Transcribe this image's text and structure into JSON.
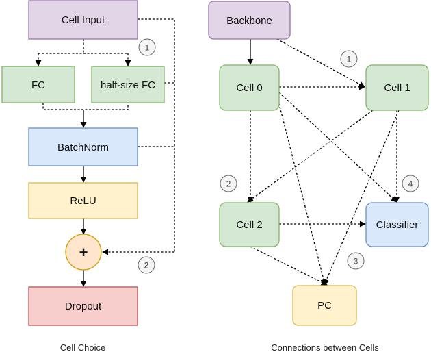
{
  "left_panel": {
    "caption": "Cell Choice",
    "nodes": {
      "cell_input": "Cell Input",
      "fc": "FC",
      "half_fc": "half-size FC",
      "batchnorm": "BatchNorm",
      "relu": "ReLU",
      "add": "+",
      "dropout": "Dropout"
    },
    "badges": {
      "b1": "1",
      "b2": "2"
    }
  },
  "right_panel": {
    "caption": "Connections between Cells",
    "nodes": {
      "backbone": "Backbone",
      "cell0": "Cell 0",
      "cell1": "Cell 1",
      "cell2": "Cell 2",
      "classifier": "Classifier",
      "pc": "PC"
    },
    "badges": {
      "b1": "1",
      "b2": "2",
      "b3": "3",
      "b4": "4"
    }
  },
  "colors": {
    "purple_fill": "#e1d5e7",
    "purple_stroke": "#9673a6",
    "green_fill": "#d5e8d4",
    "green_stroke": "#82b366",
    "blue_fill": "#dae8fc",
    "blue_stroke": "#6c8ebf",
    "yellow_fill": "#fff2cc",
    "yellow_stroke": "#d6b656",
    "red_fill": "#f8cecc",
    "red_stroke": "#b85450",
    "orange_fill": "#ffe6cc",
    "orange_stroke": "#d79b00"
  }
}
